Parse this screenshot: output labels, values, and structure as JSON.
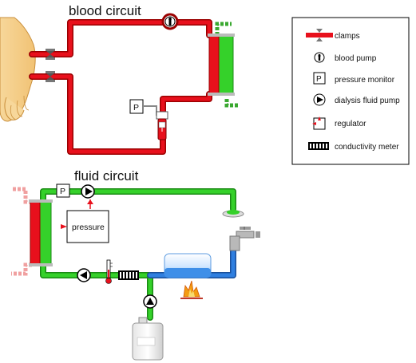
{
  "titles": {
    "blood": "blood circuit",
    "fluid": "fluid circuit"
  },
  "labels": {
    "pressure_box": "pressure",
    "pressure_monitor_symbol": "P"
  },
  "legend": {
    "items": [
      {
        "icon": "clamp-icon",
        "label": "clamps"
      },
      {
        "icon": "blood-pump-icon",
        "label": "blood pump"
      },
      {
        "icon": "pressure-monitor-icon",
        "label": "pressure monitor",
        "symbol": "P"
      },
      {
        "icon": "dialysis-fluid-pump-icon",
        "label": "dialysis fluid pump"
      },
      {
        "icon": "regulator-icon",
        "label": "regulator"
      },
      {
        "icon": "conductivity-meter-icon",
        "label": "conductivity meter"
      }
    ]
  },
  "colors": {
    "blood": "#e8101c",
    "blood_dark": "#9a0000",
    "fluid": "#35d12a",
    "fluid_dark": "#1a8a14",
    "used_fluid": "#2f7fe0",
    "used_fluid_dark": "#1a4f9a",
    "pink_line": "#f0a0a0"
  }
}
